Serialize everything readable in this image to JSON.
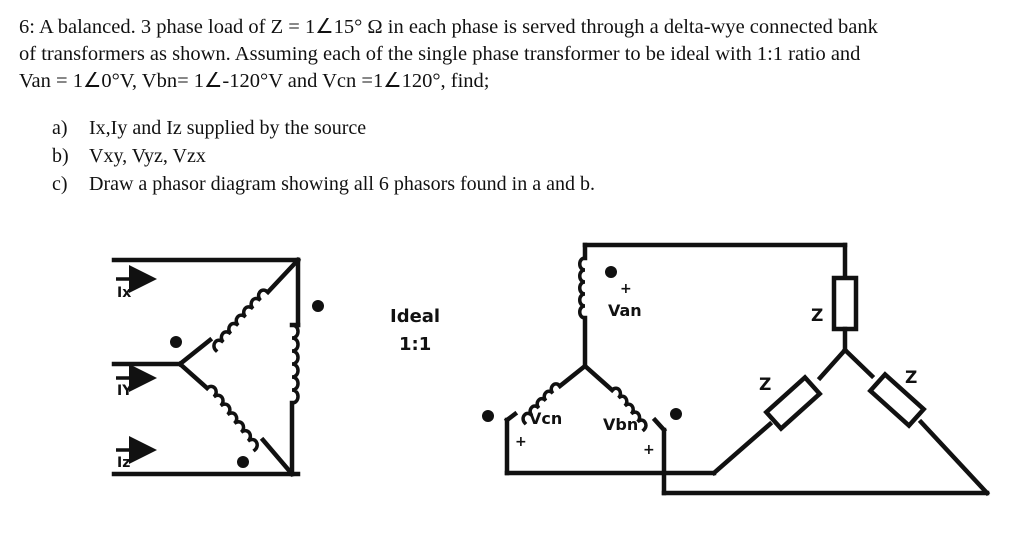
{
  "problem": {
    "lines": [
      "6: A balanced. 3 phase load of Z = 1∠15° Ω in each phase is served through a delta-wye connected bank",
      "of transformers as shown. Assuming each of the single phase transformer to be ideal with 1:1 ratio and",
      "Van = 1∠0°V, Vbn= 1∠-120°V and Vcn =1∠120°, find;"
    ]
  },
  "parts": [
    {
      "label": "a)",
      "text": "Ix,Iy and Iz supplied by the source"
    },
    {
      "label": "b)",
      "text": "Vxy, Vyz, Vzx"
    },
    {
      "label": "c)",
      "text": "Draw a phasor diagram showing all 6 phasors found in a and b."
    }
  ],
  "diagram": {
    "currents": {
      "ix": "Ix",
      "iy": "IY",
      "iz": "Iz"
    },
    "transformer_note": {
      "line1": "Ideal",
      "line2": "1:1"
    },
    "secondary_voltages": {
      "van": "Van",
      "vbn": "Vbn",
      "vcn": "Vcn"
    },
    "polarity_plus": "+",
    "load_labels": {
      "z1": "Z",
      "z2": "Z",
      "z3": "Z"
    }
  }
}
